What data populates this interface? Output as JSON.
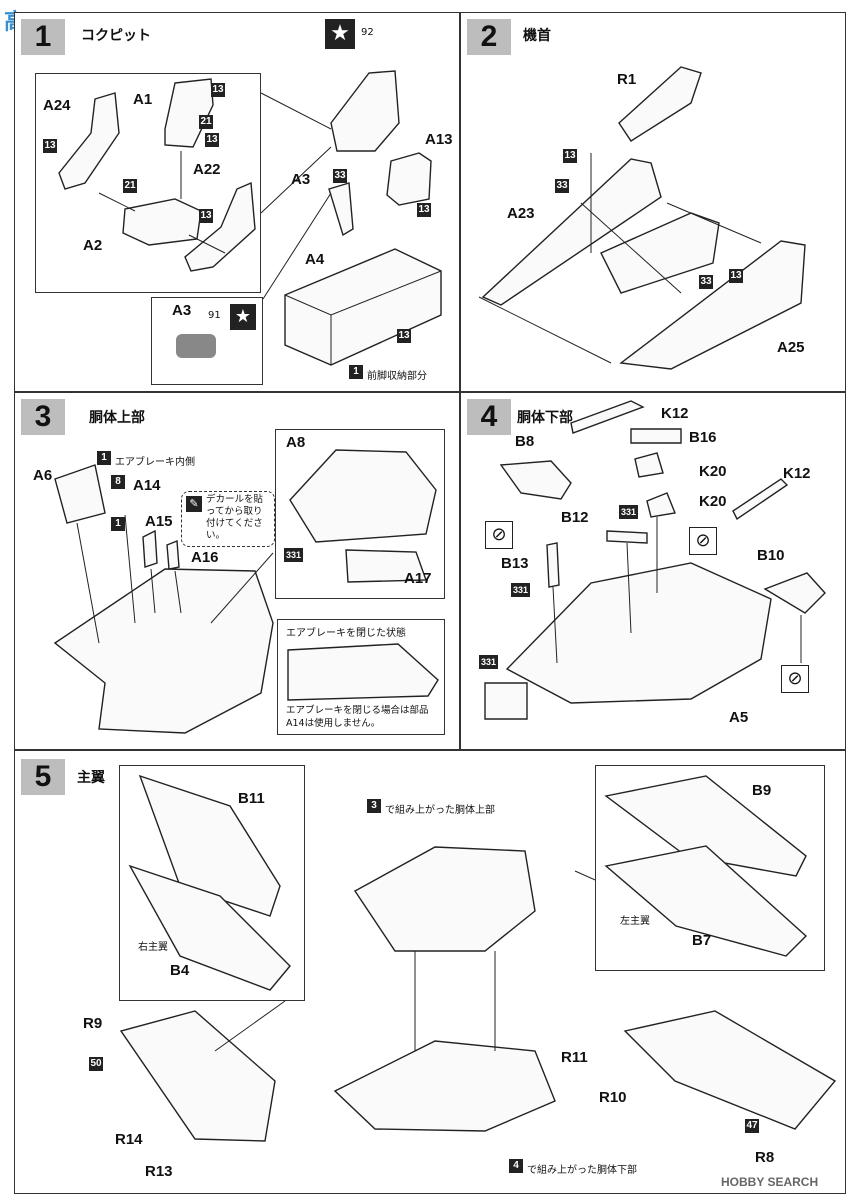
{
  "watermark_top": "高",
  "watermark_bottom": "HOBBY SEARCH",
  "steps": [
    {
      "num": "1",
      "title": "コクピット",
      "sub": "前脚収納部分",
      "sub_num": "1"
    },
    {
      "num": "2",
      "title": "機首"
    },
    {
      "num": "3",
      "title": "胴体上部",
      "note_inner": "エアブレーキ内側",
      "decal_note": "デカールを貼ってから取り付けてください。",
      "inset_title": "エアブレーキを閉じた状態",
      "inset_note": "エアブレーキを閉じる場合は部品A14は使用しません。"
    },
    {
      "num": "4",
      "title": "胴体下部"
    },
    {
      "num": "5",
      "title": "主翼",
      "right_wing": "右主翼",
      "left_wing": "左主翼",
      "upper_ref": "で組み上がった胴体上部",
      "upper_ref_num": "3",
      "lower_ref": "で組み上がった胴体下部",
      "lower_ref_num": "4"
    }
  ],
  "labels": {
    "s1": {
      "a24": "A24",
      "a1": "A1",
      "a22": "A22",
      "a2": "A2",
      "a3": "A3",
      "a3b": "A3",
      "a4": "A4",
      "a13": "A13",
      "n92": "92",
      "n91": "91",
      "c13a": "13",
      "c13b": "13",
      "c13c": "13",
      "c13d": "13",
      "c13e": "13",
      "c13f": "13",
      "c21a": "21",
      "c21b": "21",
      "c33": "33"
    },
    "s2": {
      "r1": "R1",
      "a23": "A23",
      "a25": "A25",
      "c13a": "13",
      "c13b": "13",
      "c33a": "33",
      "c33b": "33"
    },
    "s3": {
      "a6": "A6",
      "a14": "A14",
      "a15": "A15",
      "a16": "A16",
      "a8": "A8",
      "a17": "A17",
      "c1a": "1",
      "c1b": "1",
      "c8": "8",
      "c331": "331"
    },
    "s4": {
      "k12a": "K12",
      "k12b": "K12",
      "b8": "B8",
      "b16": "B16",
      "k20a": "K20",
      "k20b": "K20",
      "b12": "B12",
      "b13": "B13",
      "b10": "B10",
      "a5": "A5",
      "c331a": "331",
      "c331b": "331",
      "c331c": "331"
    },
    "s5": {
      "b11": "B11",
      "b4": "B4",
      "r9": "R9",
      "r14": "R14",
      "r13": "R13",
      "b9": "B9",
      "b7": "B7",
      "r11": "R11",
      "r10": "R10",
      "r8": "R8",
      "c50": "50",
      "c47": "47"
    }
  }
}
